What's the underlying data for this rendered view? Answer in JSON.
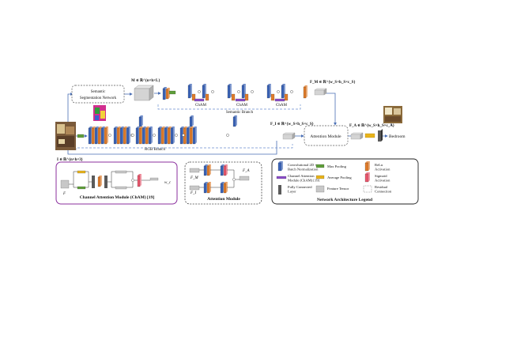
{
  "colors": {
    "conv_blue": "#3a63b8",
    "relu_orange": "#e07b2a",
    "maxpool_green": "#5f9e3a",
    "avgpool_yellow": "#e8b31a",
    "cham_purple": "#8a4cc7",
    "sigmoid_pink": "#e8566c",
    "tensor_gray": "#c8c8c8",
    "fc_dark": "#5a5a5a",
    "cham_frame": "#8b2f9e",
    "branch_dash": "#6b8fd0"
  },
  "labels": {
    "seg_network_line1": "Semantic",
    "seg_network_line2": "Segmentation Network",
    "m_tensor": "M ∈ ℝ^{n×h×L}",
    "f_m": "F_M ∈ ℝ^{w_S×h_S×c_S}",
    "f_i": "F_I ∈ ℝ^{w_S×h_S×c_S}",
    "f_a": "F_A ∈ ℝ^{w_S×h_S×c_A}",
    "i_tensor": "I ∈ ℝ^{n×h×3}",
    "cham_1": "ChAM",
    "cham_2": "ChAM",
    "cham_3": "ChAM",
    "semantic_branch": "Semantic Branch",
    "rgb_branch": "RGB Branch",
    "attention_module": "Attention Module",
    "output_class": "Bedroom",
    "cham_title": "Channel Attention Module (ChAM) [19]",
    "cham_f": "F",
    "cham_w": "w_c",
    "att_title": "Attention Module",
    "att_fm": "F_M",
    "att_fi": "F_I",
    "att_fa": "F_A",
    "legend_title": "Network Architecture Legend"
  },
  "legend": [
    {
      "icon": "conv-bn-icon",
      "text1": "Convolutional 2D +",
      "text2": "Batch Normalization"
    },
    {
      "icon": "max-pooling-icon",
      "text1": "Max Pooling",
      "text2": ""
    },
    {
      "icon": "relu-icon",
      "text1": "ReLu",
      "text2": "Activation"
    },
    {
      "icon": "cham-icon",
      "text1": "Channel Attention",
      "text2": "Module (ChAM) [19]"
    },
    {
      "icon": "average-pooling-icon",
      "text1": "Average Pooling",
      "text2": ""
    },
    {
      "icon": "sigmoid-icon",
      "text1": "Sigmoid",
      "text2": "Activation"
    },
    {
      "icon": "fc-layer-icon",
      "text1": "Fully Connected",
      "text2": "Layer"
    },
    {
      "icon": "feature-tensor-icon",
      "text1": "Feature Tensor",
      "text2": ""
    },
    {
      "icon": "residual-connection-icon",
      "text1": "Residual",
      "text2": "Connection"
    }
  ]
}
